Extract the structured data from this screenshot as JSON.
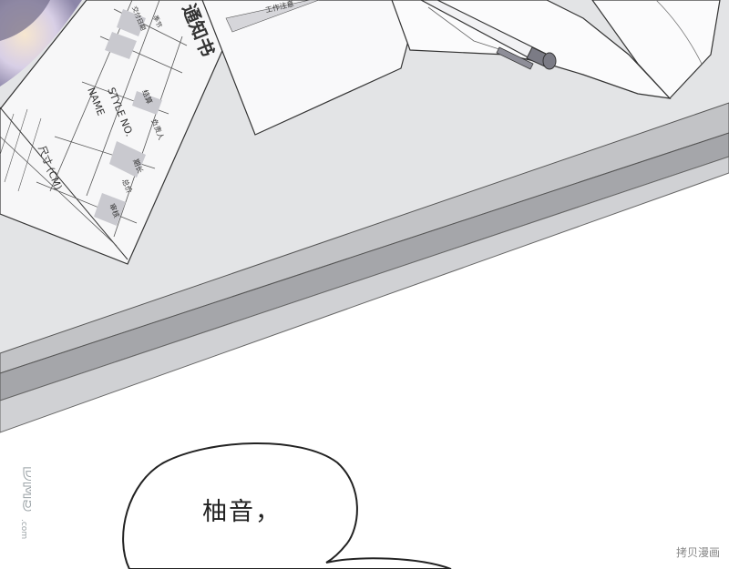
{
  "form": {
    "title": "通知书",
    "row_labels": [
      "STYLE NO.",
      "NAME"
    ],
    "size_label": "尺寸 (CM)",
    "small_cells": [
      "负责人",
      "结算",
      "审核",
      "期长",
      "总价"
    ],
    "header_cells": [
      "季节",
      "交付日期"
    ],
    "sheet2_label": "工作注意"
  },
  "bubble": {
    "text": "柚音，"
  },
  "watermark": {
    "left_logo_text": "DM5.com",
    "right_text": "拷贝漫画"
  }
}
